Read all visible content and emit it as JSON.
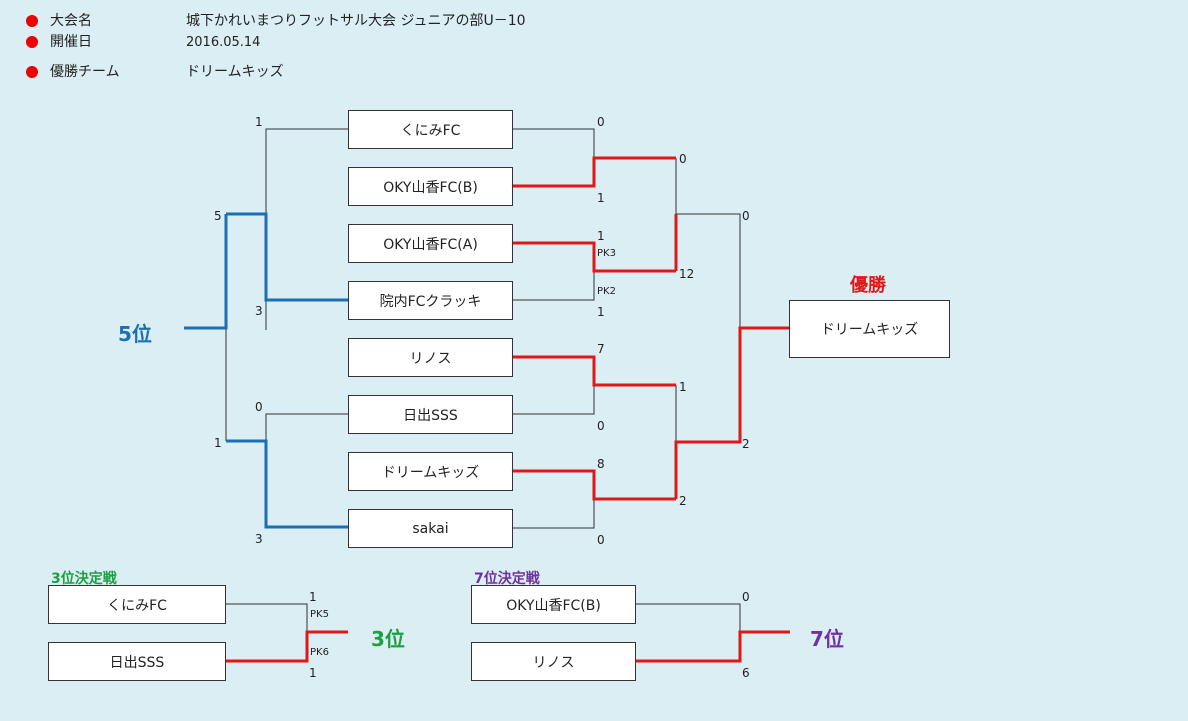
{
  "header": {
    "tournament_label": "大会名",
    "tournament_value": "城下かれいまつりフットサル大会 ジュニアの部U－10",
    "date_label": "開催日",
    "date_value": "2016.05.14",
    "winner_label": "優勝チーム",
    "winner_value": "ドリームキッズ"
  },
  "teams": [
    "くにみFC",
    "OKY山香FC(B)",
    "OKY山香FC(A)",
    "院内FCクラッキ",
    "リノス",
    "日出SSS",
    "ドリームキッズ",
    "sakai"
  ],
  "scores": {
    "r1_m1": [
      "0",
      "1"
    ],
    "r1_m2": [
      "1",
      "1"
    ],
    "r1_m2_pk": [
      "PK3",
      "PK2"
    ],
    "r1_m3": [
      "7",
      "0"
    ],
    "r1_m4": [
      "8",
      "0"
    ],
    "sf_top": [
      "0",
      "12"
    ],
    "sf_bottom": [
      "1",
      "2"
    ],
    "final": [
      "0",
      "2"
    ],
    "fifth_top": [
      "1",
      "3"
    ],
    "fifth_bottom": [
      "0",
      "3"
    ],
    "fifth_semis": [
      "5",
      "1"
    ]
  },
  "champion": {
    "label": "優勝",
    "team": "ドリームキッズ"
  },
  "fifth_place": {
    "label": "5位"
  },
  "third_place": {
    "title": "3位決定戦",
    "teams": [
      "くにみFC",
      "日出SSS"
    ],
    "scores": [
      "1",
      "1"
    ],
    "pk": [
      "PK5",
      "PK6"
    ],
    "result_label": "3位"
  },
  "seventh_place": {
    "title": "7位決定戦",
    "teams": [
      "OKY山香FC(B)",
      "リノス"
    ],
    "scores": [
      "0",
      "6"
    ],
    "result_label": "7位"
  },
  "colors": {
    "win": "#e01818",
    "fifth": "#1a6fb5",
    "third": "#1aa040",
    "seventh": "#7030a0",
    "line": "#333333",
    "dot": "#ee0000"
  }
}
